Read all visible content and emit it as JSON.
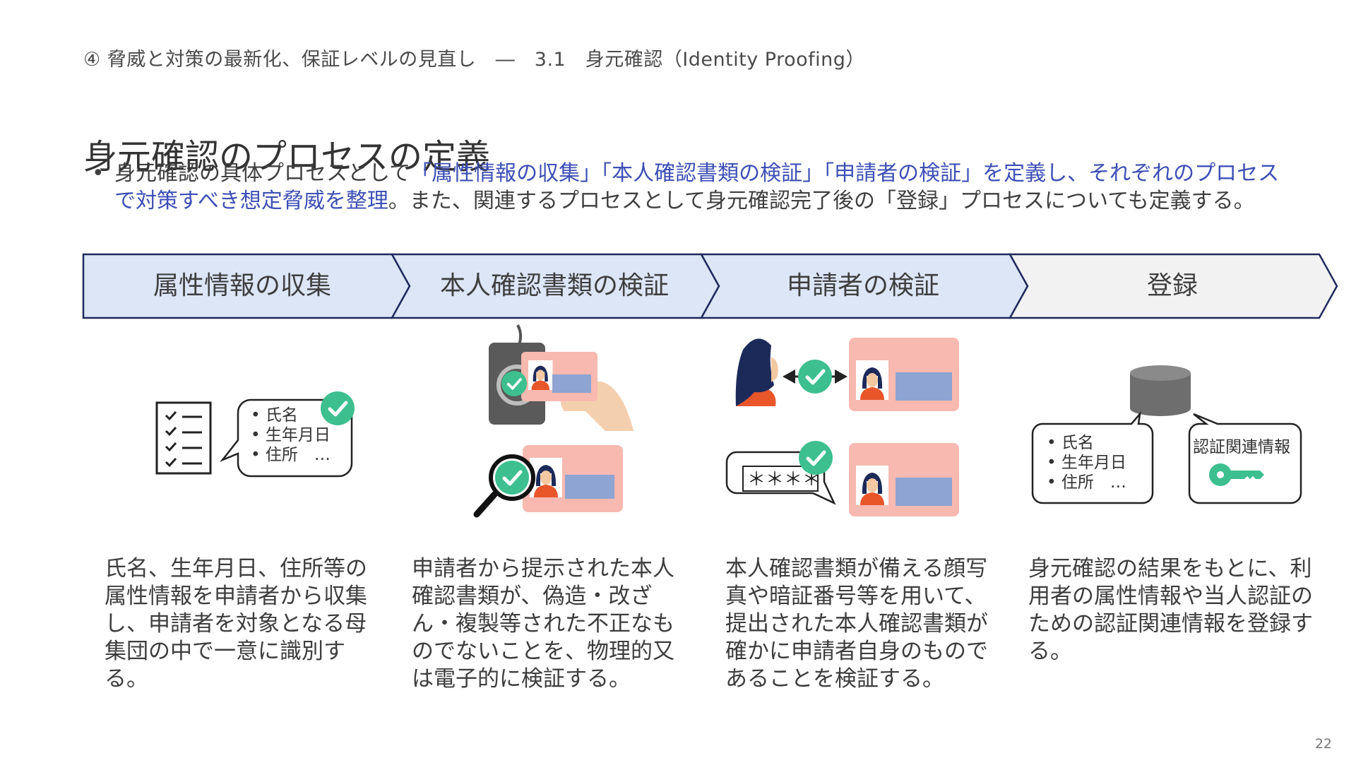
{
  "header": {
    "breadcrumb": "④ 脅威と対策の最新化、保証レベルの見直し　―　3.1　身元確認（Identity Proofing）",
    "title": "身元確認のプロセスの定義"
  },
  "intro": {
    "bullet_symbol": "•",
    "parts": [
      "身元確認の具体プロセスとして",
      "「属性情報の収集」「本人確認書類の検証」「申請者の検証」を定義し、それぞれのプロセスで対策すべき想定脅威を整理",
      "。また、関連するプロセスとして身元確認完了後の「登録」プロセスについても定義する。"
    ]
  },
  "steps": [
    {
      "label": "属性情報の収集",
      "description": "氏名、生年月日、住所等の属性情報を申請者から収集し、申請者を対象となる母集団の中で一意に識別する。"
    },
    {
      "label": "本人確認書類の検証",
      "description": "申請者から提示された本人確認書類が、偽造・改ざん・複製等された不正なものでないことを、物理的又は電子的に検証する。"
    },
    {
      "label": "申請者の検証",
      "description": "本人確認書類が備える顔写真や暗証番号等を用いて、提出された本人確認書類が確かに申請者自身のものであることを検証する。"
    },
    {
      "label": "登録",
      "description": "身元確認の結果をもとに、利用者の属性情報や当人認証のための認証関連情報を登録する。"
    }
  ],
  "illustrations": {
    "attribute_items": [
      "• 氏名",
      "• 生年月日",
      "• 住所　…"
    ],
    "pin_text": "＊＊＊＊",
    "auth_info_label": "認証関連情報"
  },
  "colors": {
    "step_fill_blue": "#dce6f7",
    "step_fill_gray": "#f2f2f2",
    "step_border": "#1f2a5c",
    "highlight_text": "#3d4fb5",
    "card_pink": "#f7b9b0",
    "card_blue": "#8ea4d2",
    "check_green": "#3dbf8f"
  },
  "page_number": "22"
}
